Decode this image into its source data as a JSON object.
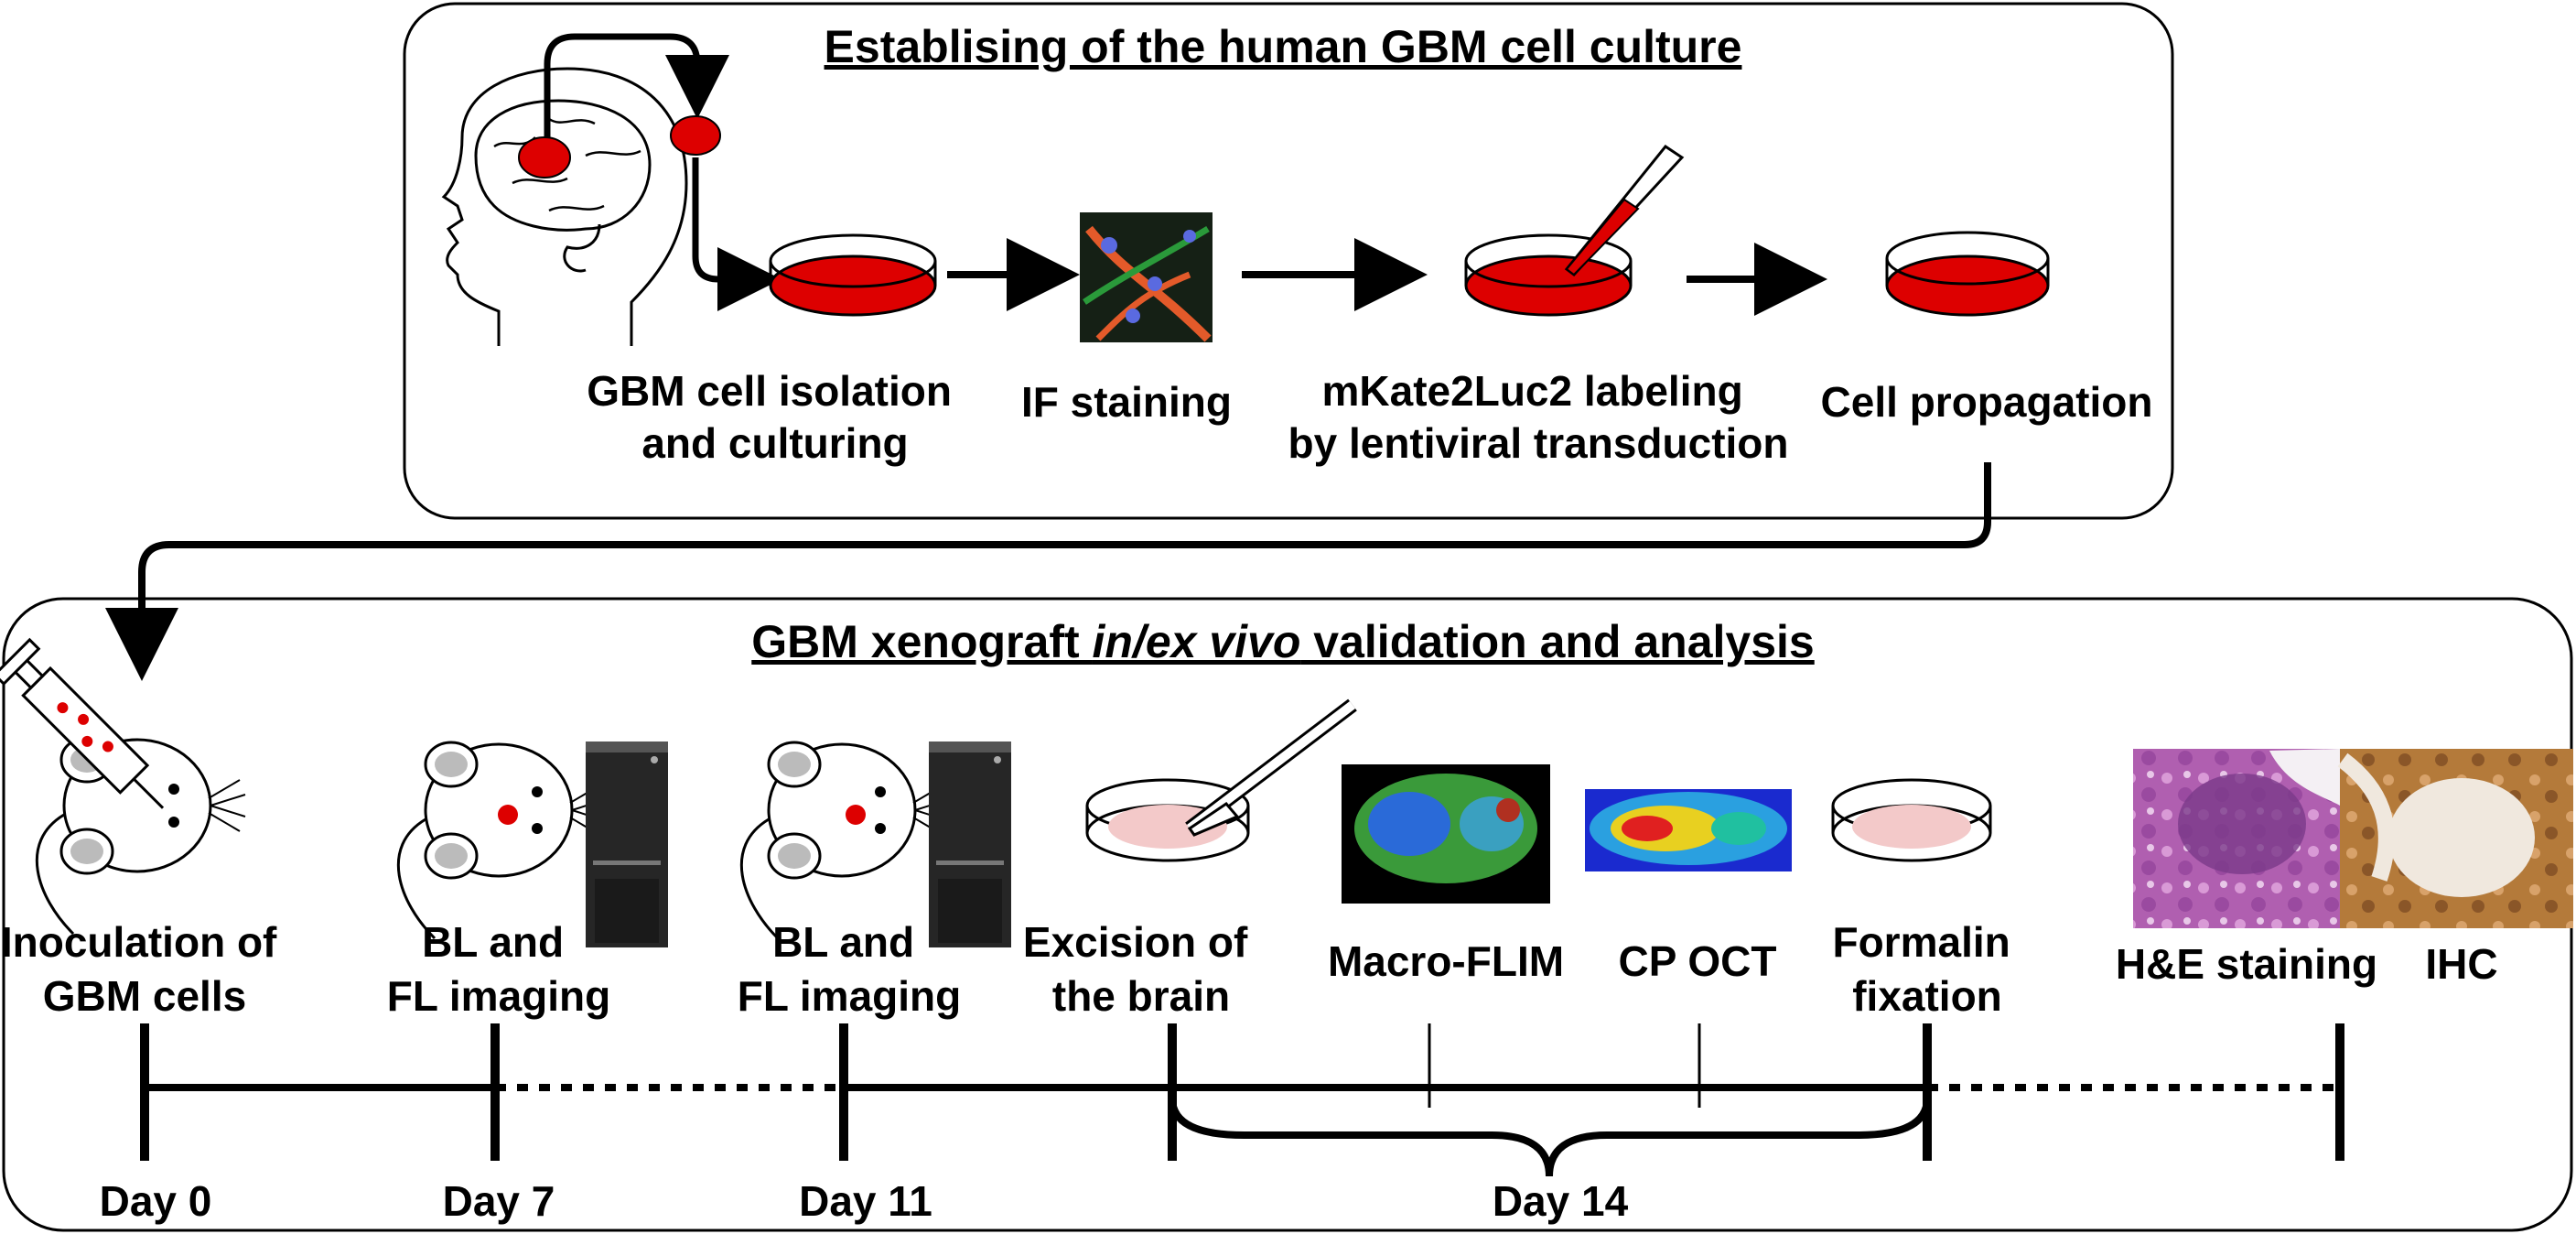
{
  "colors": {
    "accent_red": "#dd0000",
    "brain_tissue": "#f3c9c9",
    "line": "#000000"
  },
  "panels": {
    "top": {
      "title": "Establising of the human GBM cell culture",
      "steps": [
        {
          "lines": [
            "GBM cell isolation",
            "and culturing"
          ],
          "icon": "petri-dish-icon"
        },
        {
          "lines": [
            "IF staining"
          ],
          "icon": "microscopy-image-icon"
        },
        {
          "lines": [
            "mKate2Luc2 labeling",
            "by lentiviral transduction"
          ],
          "icon": "pipette-dish-icon"
        },
        {
          "lines": [
            "Cell propagation"
          ],
          "icon": "petri-dish-icon"
        }
      ]
    },
    "bottom": {
      "title_parts": [
        "GBM xenograft ",
        "in/ex vivo",
        " validation and analysis"
      ],
      "steps": [
        {
          "lines": [
            "Inoculation of",
            "GBM cells"
          ],
          "icon": "syringe-mouse-icon"
        },
        {
          "lines": [
            "BL and",
            "FL imaging"
          ],
          "icon": "mouse-imager-icon"
        },
        {
          "lines": [
            "BL and",
            "FL imaging"
          ],
          "icon": "mouse-imager-icon"
        },
        {
          "lines": [
            "Excision of",
            "the brain"
          ],
          "icon": "scalpel-dish-icon"
        },
        {
          "lines": [
            "Macro-FLIM"
          ],
          "icon": "flim-image-icon"
        },
        {
          "lines": [
            "CP OCT"
          ],
          "icon": "oct-image-icon"
        },
        {
          "lines": [
            "Formalin",
            "fixation"
          ],
          "icon": "brain-dish-icon"
        },
        {
          "lines": [
            "H&E staining"
          ],
          "icon": "he-histology-icon"
        },
        {
          "lines": [
            "IHC"
          ],
          "icon": "ihc-histology-icon"
        }
      ],
      "days": [
        "Day 0",
        "Day 7",
        "Day 11",
        "Day 14"
      ]
    }
  }
}
